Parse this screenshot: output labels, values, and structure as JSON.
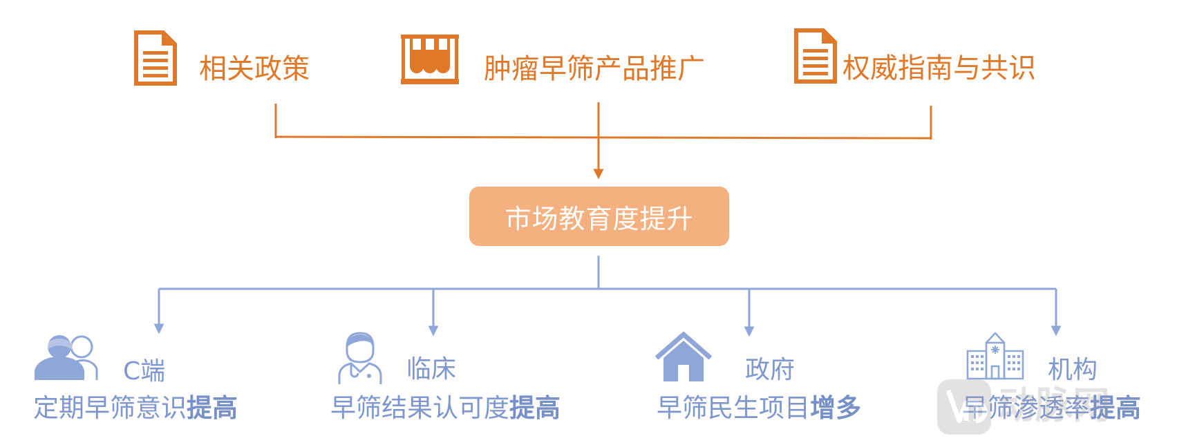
{
  "colors": {
    "orange": "#E0782A",
    "box_fill": "#F4B07F",
    "blue": "#7E97CF",
    "blue_line": "#8FA6D8"
  },
  "top_items": [
    {
      "icon": "document-icon",
      "label": "相关政策"
    },
    {
      "icon": "test-tubes-icon",
      "label": "肿瘤早筛产品推广"
    },
    {
      "icon": "document-icon",
      "label": "权威指南与共识"
    }
  ],
  "center": {
    "label": "市场教育度提升"
  },
  "bottom_items": [
    {
      "icon": "users-icon",
      "category": "C端",
      "desc_prefix": "定期早筛意识",
      "desc_bold": "提高"
    },
    {
      "icon": "doctor-icon",
      "category": "临床",
      "desc_prefix": "早筛结果认可度",
      "desc_bold": "提高"
    },
    {
      "icon": "house-icon",
      "category": "政府",
      "desc_prefix": "早筛民生项目",
      "desc_bold": "增多"
    },
    {
      "icon": "hospital-icon",
      "category": "机构",
      "desc_prefix": "早筛渗透率",
      "desc_bold": "提高"
    }
  ],
  "watermark": {
    "text": "动脉网"
  }
}
